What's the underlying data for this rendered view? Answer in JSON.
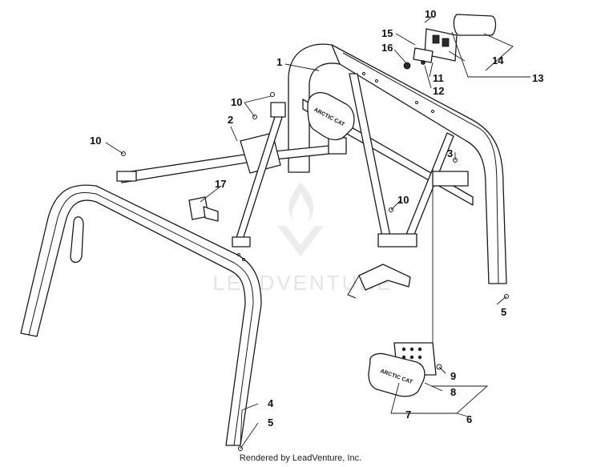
{
  "watermark": {
    "brand": "LEADVENTURE"
  },
  "footer": {
    "credit": "Rendered by LeadVenture, Inc."
  },
  "badges": {
    "brand_text": "ARCTIC CAT"
  },
  "callouts": [
    {
      "id": "1",
      "label": "1"
    },
    {
      "id": "2",
      "label": "2"
    },
    {
      "id": "3",
      "label": "3"
    },
    {
      "id": "4",
      "label": "4"
    },
    {
      "id": "5a",
      "label": "5"
    },
    {
      "id": "5b",
      "label": "5"
    },
    {
      "id": "6",
      "label": "6"
    },
    {
      "id": "7",
      "label": "7"
    },
    {
      "id": "8",
      "label": "8"
    },
    {
      "id": "9",
      "label": "9"
    },
    {
      "id": "10a",
      "label": "10"
    },
    {
      "id": "10b",
      "label": "10"
    },
    {
      "id": "10c",
      "label": "10"
    },
    {
      "id": "10d",
      "label": "10"
    },
    {
      "id": "11",
      "label": "11"
    },
    {
      "id": "12",
      "label": "12"
    },
    {
      "id": "13",
      "label": "13"
    },
    {
      "id": "14",
      "label": "14"
    },
    {
      "id": "15",
      "label": "15"
    },
    {
      "id": "16",
      "label": "16"
    },
    {
      "id": "17",
      "label": "17"
    }
  ]
}
